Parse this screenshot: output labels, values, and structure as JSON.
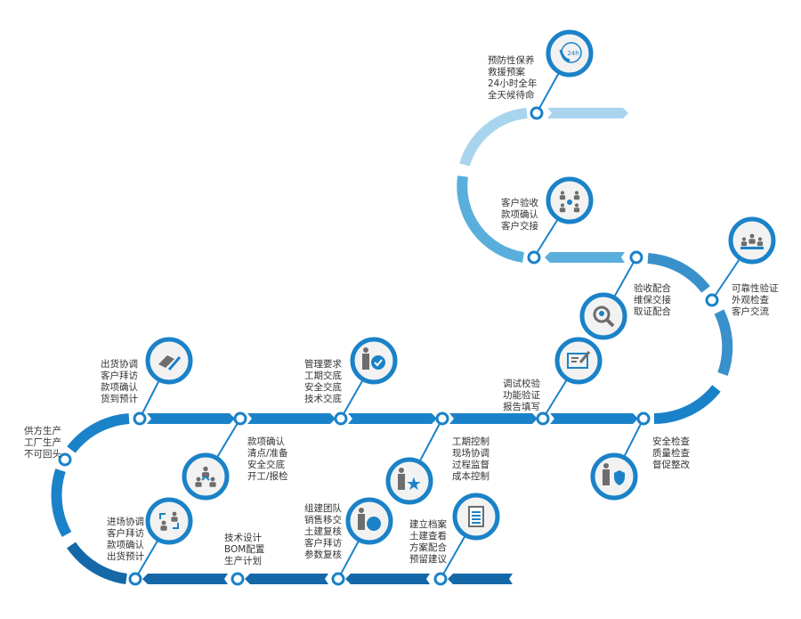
{
  "colors": {
    "main": "#1a82c8",
    "dark": "#1468a8",
    "mid": "#3a90ca",
    "light": "#5aaedc",
    "pale": "#a9d4ee",
    "icon_fill": "#f2f2f2",
    "icon_gray": "#6d6d6d"
  },
  "steps": [
    {
      "id": "supplier",
      "lines": [
        "供方生产",
        "工厂生产",
        "不可回头"
      ]
    },
    {
      "id": "shipping",
      "icon": "handshake-icon",
      "lines": [
        "出货协调",
        "客户拜访",
        "款项确认",
        "货到预计"
      ]
    },
    {
      "id": "payment",
      "icon": "hierarchy-icon",
      "lines": [
        "款项确认",
        "清点/准备",
        "安全交底",
        "开工/报检"
      ]
    },
    {
      "id": "management",
      "icon": "manager-check-icon",
      "lines": [
        "管理要求",
        "工期交底",
        "安全交底",
        "技术交底"
      ]
    },
    {
      "id": "schedule",
      "icon": "manager-star-icon",
      "lines": [
        "工期控制",
        "现场协调",
        "过程监督",
        "成本控制"
      ]
    },
    {
      "id": "debug",
      "icon": "sign-document-icon",
      "lines": [
        "调试校验",
        "功能验证",
        "报告填写"
      ]
    },
    {
      "id": "safety",
      "icon": "manager-shield-icon",
      "lines": [
        "安全检查",
        "质量检查",
        "督促整改"
      ]
    },
    {
      "id": "reliability",
      "icon": "team-meeting-icon",
      "lines": [
        "可靠性验证",
        "外观检查",
        "客户交流"
      ]
    },
    {
      "id": "acceptance-support",
      "icon": "search-person-icon",
      "lines": [
        "验收配合",
        "维保交接",
        "取证配合"
      ]
    },
    {
      "id": "customer-acceptance",
      "icon": "people-network-icon",
      "lines": [
        "客户验收",
        "款项确认",
        "客户交接"
      ]
    },
    {
      "id": "maintenance",
      "icon": "phone-24h-icon",
      "icon_text": "24h",
      "lines": [
        "预防性保养",
        "救援预案",
        "24小时全年",
        "全天候待命"
      ]
    },
    {
      "id": "entry",
      "icon": "people-swap-icon",
      "lines": [
        "进场协调",
        "客户拜访",
        "款项确认",
        "出货预计"
      ]
    },
    {
      "id": "design",
      "lines": [
        "技术设计",
        "BOM配置",
        "生产计划"
      ]
    },
    {
      "id": "team",
      "icon": "manager-chart-icon",
      "lines": [
        "组建团队",
        "销售移交",
        "土建复核",
        "客户拜访",
        "参数复核"
      ]
    },
    {
      "id": "archive",
      "icon": "document-icon",
      "lines": [
        "建立档案",
        "土建查看",
        "方案配合",
        "预留建议"
      ]
    }
  ]
}
